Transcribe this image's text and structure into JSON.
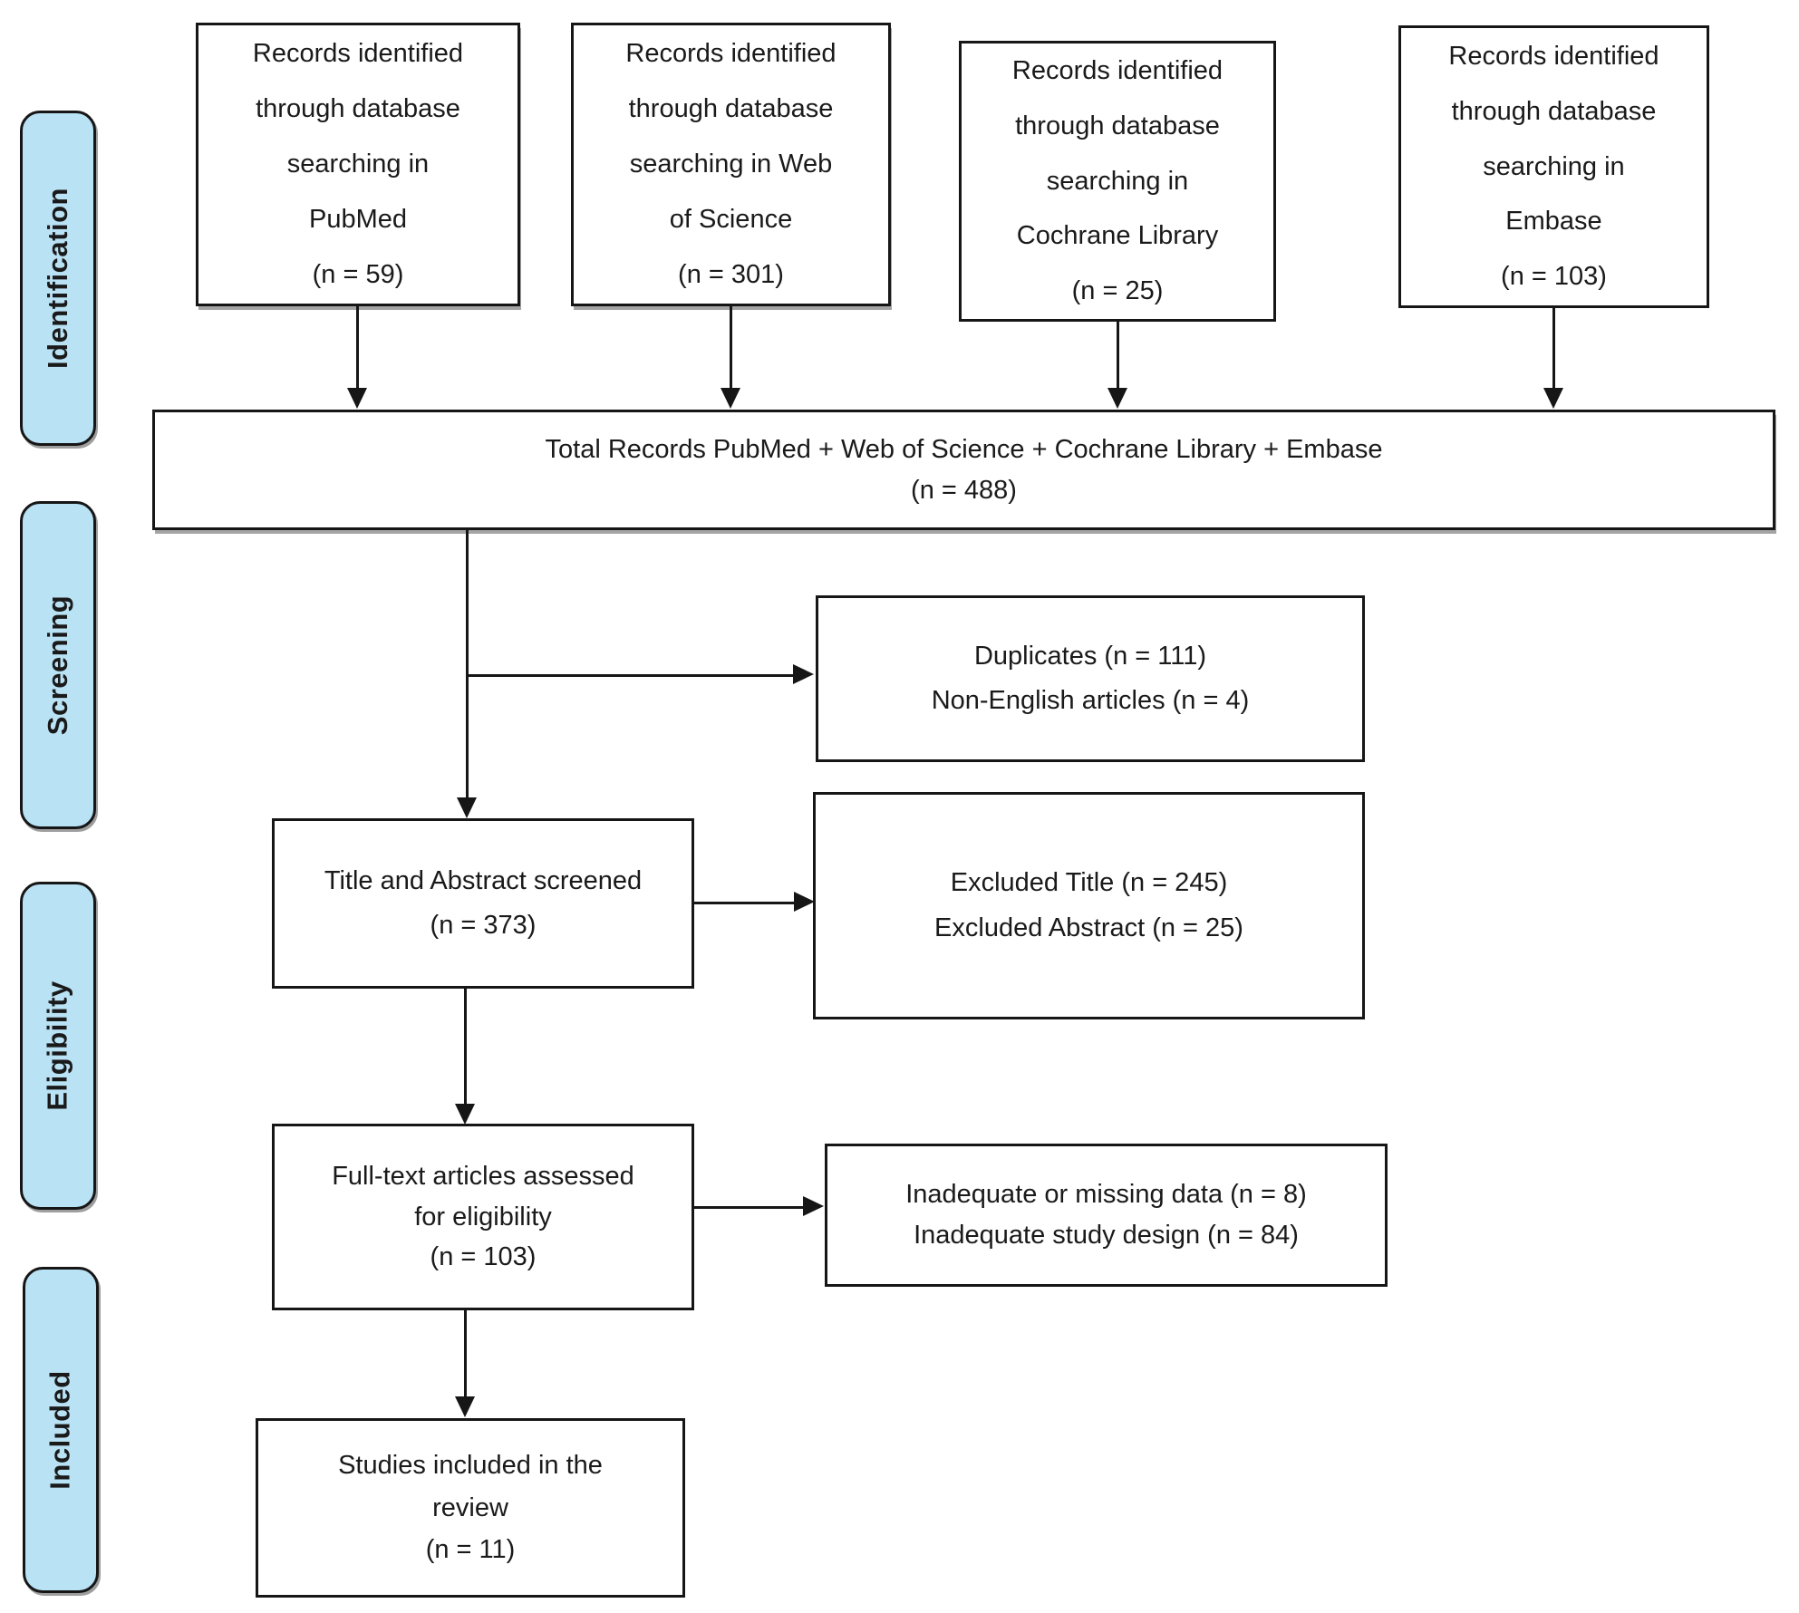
{
  "stages": [
    {
      "label": "Identification"
    },
    {
      "label": "Screening"
    },
    {
      "label": "Eligibility"
    },
    {
      "label": "Included"
    }
  ],
  "boxes": {
    "pubmed": {
      "text": "Records identified\nthrough database\nsearching in\nPubMed\n(n = 59)"
    },
    "web_of_science": {
      "text": "Records identified\nthrough database\nsearching in Web\nof Science\n(n = 301)"
    },
    "cochrane": {
      "text": "Records identified\nthrough database\nsearching in\nCochrane Library\n(n = 25)"
    },
    "embase": {
      "text": "Records identified\nthrough database\nsearching in\nEmbase\n(n = 103)"
    },
    "total": {
      "text": "Total Records PubMed + Web of Science + Cochrane Library + Embase\n(n = 488)"
    },
    "duplicates": {
      "text": "Duplicates (n = 111)\nNon-English articles (n = 4)"
    },
    "title_abstract": {
      "text": "Title and Abstract screened\n(n = 373)"
    },
    "excluded": {
      "text": "Excluded Title (n = 245)\nExcluded Abstract (n = 25)"
    },
    "full_text": {
      "text": "Full-text articles assessed\nfor eligibility\n(n = 103)"
    },
    "inadequate": {
      "text": "Inadequate or missing data (n = 8)\nInadequate study design (n = 84)"
    },
    "included_studies": {
      "text": "Studies included in the\nreview\n(n = 11)"
    }
  },
  "colors": {
    "stage_fill": "#b9e2f5",
    "line": "#161616",
    "background": "#ffffff"
  }
}
